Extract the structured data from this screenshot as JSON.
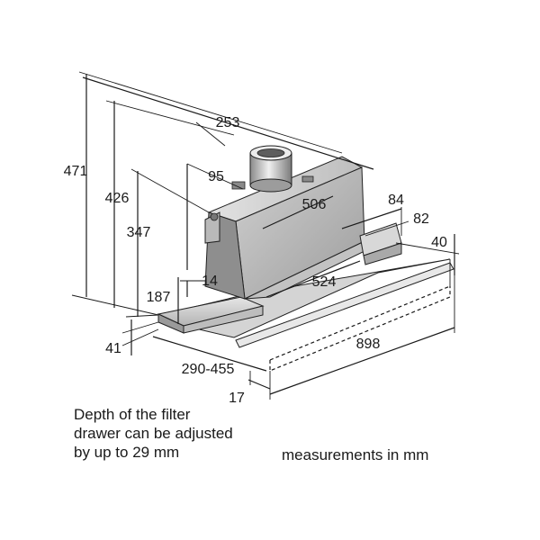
{
  "dimensions": {
    "total_height": "471",
    "body_height": "426",
    "chimney_height": "347",
    "depth": "253",
    "outlet_offset": "95",
    "body_width": "506",
    "side_depth": "84",
    "side_height": "82",
    "front_height": "40",
    "drawer_depth": "187",
    "drawer_offset": "14",
    "drawer_width": "524",
    "front_thickness": "41",
    "drawer_range": "290-455",
    "total_width": "898",
    "front_offset": "17"
  },
  "notes": {
    "filter_adjustment": "Depth of the filter\ndrawer can be adjusted\nby up to 29 mm",
    "units": "measurements in mm"
  }
}
